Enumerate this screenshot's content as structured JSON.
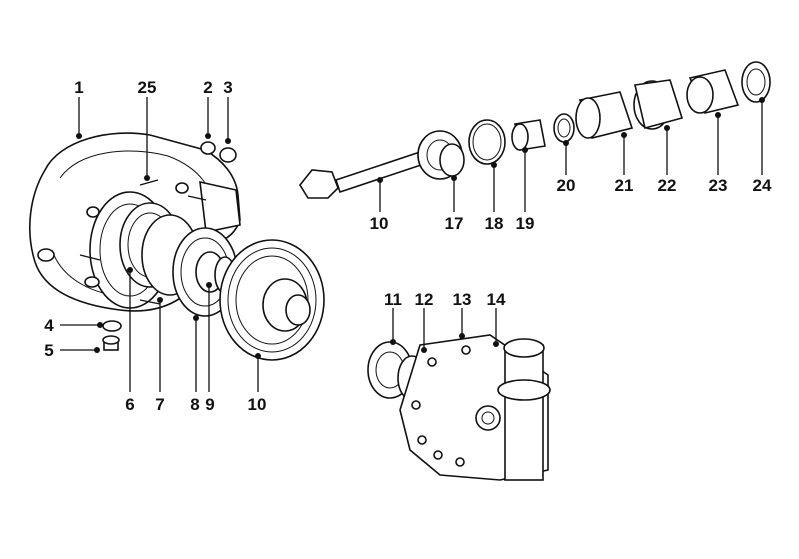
{
  "diagram": {
    "callouts": [
      {
        "id": "c1",
        "text": "1"
      },
      {
        "id": "c25",
        "text": "25"
      },
      {
        "id": "c2",
        "text": "2"
      },
      {
        "id": "c3",
        "text": "3"
      },
      {
        "id": "c4",
        "text": "4"
      },
      {
        "id": "c5",
        "text": "5"
      },
      {
        "id": "c6",
        "text": "6"
      },
      {
        "id": "c7",
        "text": "7"
      },
      {
        "id": "c8",
        "text": "8"
      },
      {
        "id": "c9",
        "text": "9"
      },
      {
        "id": "c10a",
        "text": "10"
      },
      {
        "id": "c10b",
        "text": "10"
      },
      {
        "id": "c17",
        "text": "17"
      },
      {
        "id": "c18",
        "text": "18"
      },
      {
        "id": "c19",
        "text": "19"
      },
      {
        "id": "c20",
        "text": "20"
      },
      {
        "id": "c21",
        "text": "21"
      },
      {
        "id": "c22",
        "text": "22"
      },
      {
        "id": "c23",
        "text": "23"
      },
      {
        "id": "c24",
        "text": "24"
      },
      {
        "id": "c11",
        "text": "11"
      },
      {
        "id": "c12",
        "text": "12"
      },
      {
        "id": "c13",
        "text": "13"
      },
      {
        "id": "c14",
        "text": "14"
      }
    ]
  }
}
